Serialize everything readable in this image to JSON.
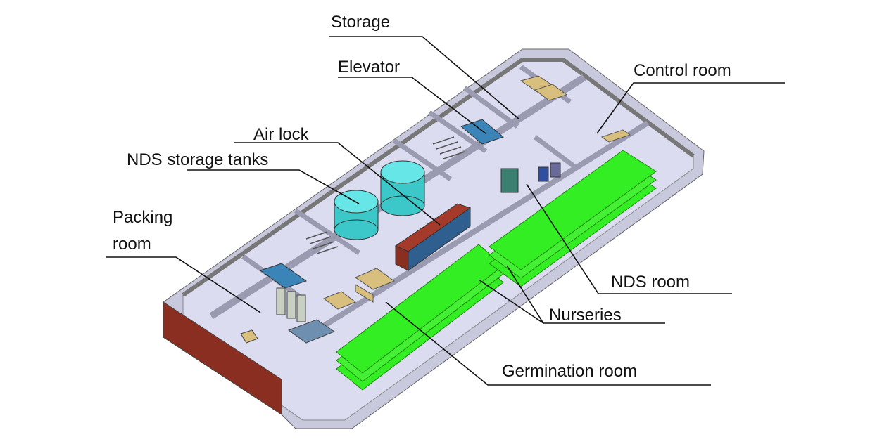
{
  "labels": {
    "storage": "Storage",
    "elevator": "Elevator",
    "control_room": "Control room",
    "air_lock": "Air lock",
    "nds_storage_tanks": "NDS storage tanks",
    "packing_room_line1": "Packing",
    "packing_room_line2": "room",
    "nds_room": "NDS room",
    "nurseries": "Nurseries",
    "germination_room": "Germination room"
  },
  "colors": {
    "floor": "#dcdcf0",
    "wall_top": "#b8b8cc",
    "wall_side": "#a0a0b4",
    "nursery_green": "#33ee22",
    "tank_cyan": "#44dddd",
    "brick": "#8b2e22",
    "locker_blue": "#2f5f8f",
    "elevator_blue": "#3a84b8",
    "wood": "#d9bf7e"
  }
}
